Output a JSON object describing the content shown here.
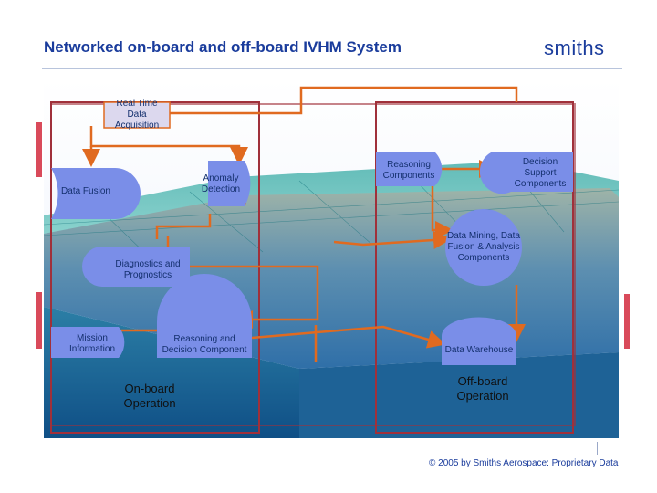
{
  "header": {
    "title": "Networked on-board and off-board IVHM System",
    "logo_text": "smiths"
  },
  "onboard": {
    "rtda": "Real Time Data Acquisition",
    "data_fusion": "Data Fusion",
    "anomaly": "Anomaly Detection",
    "diagnostics": "Diagnostics and Prognostics",
    "mission": "Mission Information",
    "reasoning_decision": "Reasoning and Decision Component",
    "label": "On-board Operation"
  },
  "offboard": {
    "reasoning": "Reasoning Components",
    "decision_support": "Decision Support Components",
    "data_mining": "Data Mining, Data Fusion & Analysis Components",
    "warehouse": "Data Warehouse",
    "label": "Off-board Operation"
  },
  "footer": {
    "copyright": "© 2005 by Smiths Aerospace: Proprietary Data"
  },
  "colors": {
    "title": "#1a3c9c",
    "arrow": "#e06a20",
    "panel_border": "#a0303a",
    "node_fill": "#7a8ee8"
  }
}
